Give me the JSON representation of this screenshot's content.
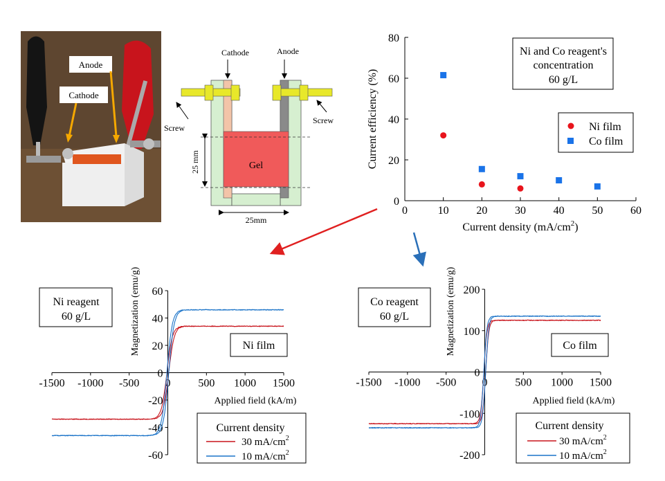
{
  "photo": {
    "labels": {
      "anode": "Anode",
      "cathode": "Cathode"
    }
  },
  "schematic": {
    "cathode": "Cathode",
    "anode": "Anode",
    "screw_left": "Screw",
    "screw_right": "Screw",
    "gel": "Gel",
    "height_dim": "25 mm",
    "width_dim": "25mm"
  },
  "chart_data": [
    {
      "type": "scatter",
      "xlabel": "Current density (mA/cm",
      "xlabel_sup": "2",
      "xlabel_tail": ")",
      "ylabel": "Current efficiency (%)",
      "xlim": [
        0,
        60
      ],
      "ylim": [
        0,
        80
      ],
      "xticks": [
        0,
        10,
        20,
        30,
        40,
        50,
        60
      ],
      "yticks": [
        0,
        20,
        40,
        60,
        80
      ],
      "annotation": [
        "Ni and Co reagent's",
        "concentration",
        "60 g/L"
      ],
      "legend_position": "right",
      "series": [
        {
          "name": "Ni film",
          "marker": "circle",
          "color": "#e8141c",
          "x": [
            10,
            20,
            30
          ],
          "y": [
            32,
            8,
            6
          ]
        },
        {
          "name": "Co film",
          "marker": "square",
          "color": "#1a73e8",
          "x": [
            10,
            20,
            30,
            40,
            50
          ],
          "y": [
            61.5,
            15.5,
            12,
            10,
            7
          ]
        }
      ]
    },
    {
      "type": "line",
      "xlabel": "Applied field (kA/m)",
      "ylabel": "Magnetization (emu/g)",
      "xlim": [
        -1500,
        1500
      ],
      "ylim": [
        -60,
        60
      ],
      "xticks": [
        -1500,
        -1000,
        -500,
        0,
        500,
        1000,
        1500
      ],
      "yticks": [
        -60,
        -40,
        -20,
        0,
        20,
        40,
        60
      ],
      "annotation": [
        "Ni reagent",
        "60 g/L"
      ],
      "film_label": "Ni film",
      "legend_title": "Current density",
      "hk": 70,
      "series": [
        {
          "name": "30 mA/cm",
          "sup": "2",
          "color": "#c8141c",
          "ms": 34
        },
        {
          "name": "10 mA/cm",
          "sup": "2",
          "color": "#1a73c8",
          "ms": 46
        }
      ]
    },
    {
      "type": "line",
      "xlabel": "Applied field (kA/m)",
      "ylabel": "Magnetization (emu/g)",
      "xlim": [
        -1500,
        1500
      ],
      "ylim": [
        -200,
        200
      ],
      "xticks": [
        -1500,
        -1000,
        -500,
        0,
        500,
        1000,
        1500
      ],
      "yticks": [
        -200,
        -100,
        0,
        100,
        200
      ],
      "annotation": [
        "Co reagent",
        "60 g/L"
      ],
      "film_label": "Co film",
      "legend_title": "Current density",
      "hk": 40,
      "series": [
        {
          "name": "30 mA/cm",
          "sup": "2",
          "color": "#c8141c",
          "ms": 125
        },
        {
          "name": "10 mA/cm",
          "sup": "2",
          "color": "#1a73c8",
          "ms": 135
        }
      ]
    }
  ],
  "colors": {
    "arrow_red": "#e02020",
    "arrow_blue": "#2a6fb8",
    "screw": "#e8e82a",
    "gel": "#f05a5a",
    "holder": "#d6efd0"
  }
}
